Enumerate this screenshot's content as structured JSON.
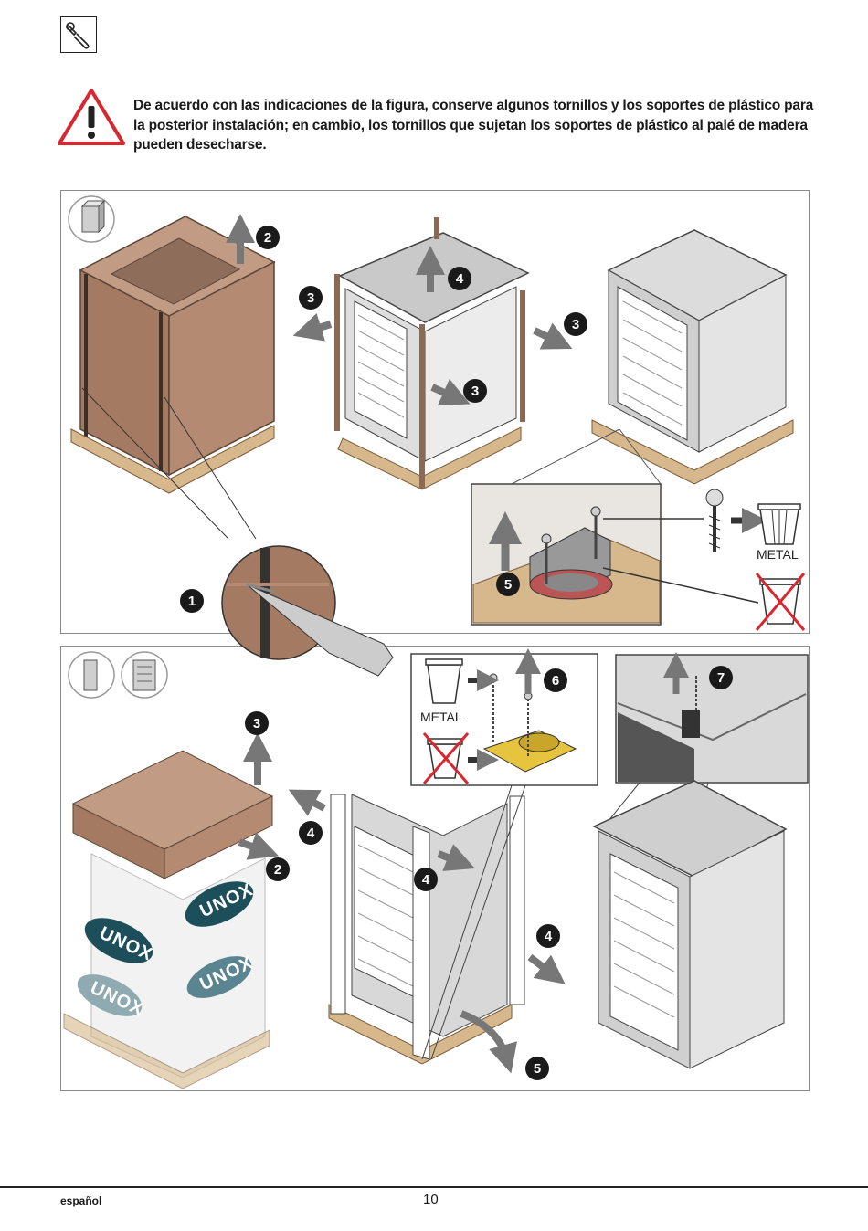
{
  "header": {
    "icon": "wrench-icon",
    "warning_icon": "warning-triangle-icon",
    "warning_text": "De acuerdo con las indicaciones de la figura, conserve algunos tornillos y los soportes de plástico para la posterior instalación; en cambio, los tornillos que sujetan los soportes de plástico al palé de madera pueden desecharse."
  },
  "figure_top": {
    "step_labels": [
      "1",
      "2",
      "3",
      "3",
      "3",
      "4",
      "5"
    ],
    "bin_label": "METAL",
    "icons": [
      "oven-unit-icon",
      "trash-bin-icon",
      "trash-bin-crossed-icon",
      "screw-icon",
      "cutter-knife-icon"
    ]
  },
  "figure_bottom": {
    "step_labels": [
      "2",
      "3",
      "4",
      "4",
      "4",
      "5",
      "6",
      "7"
    ],
    "bin_label": "METAL",
    "brand_label": "UNOX",
    "icons": [
      "oven-unit-icon",
      "stacked-ovens-icon",
      "trash-bin-icon",
      "trash-bin-crossed-icon",
      "screw-icon"
    ]
  },
  "footer": {
    "language": "español",
    "page_number": "10"
  },
  "colors": {
    "cardboard": "#a57a62",
    "wood": "#d6b88c",
    "steel": "#d9d9d9",
    "warning_red": "#d8282f",
    "badge": "#1a1a1a"
  }
}
